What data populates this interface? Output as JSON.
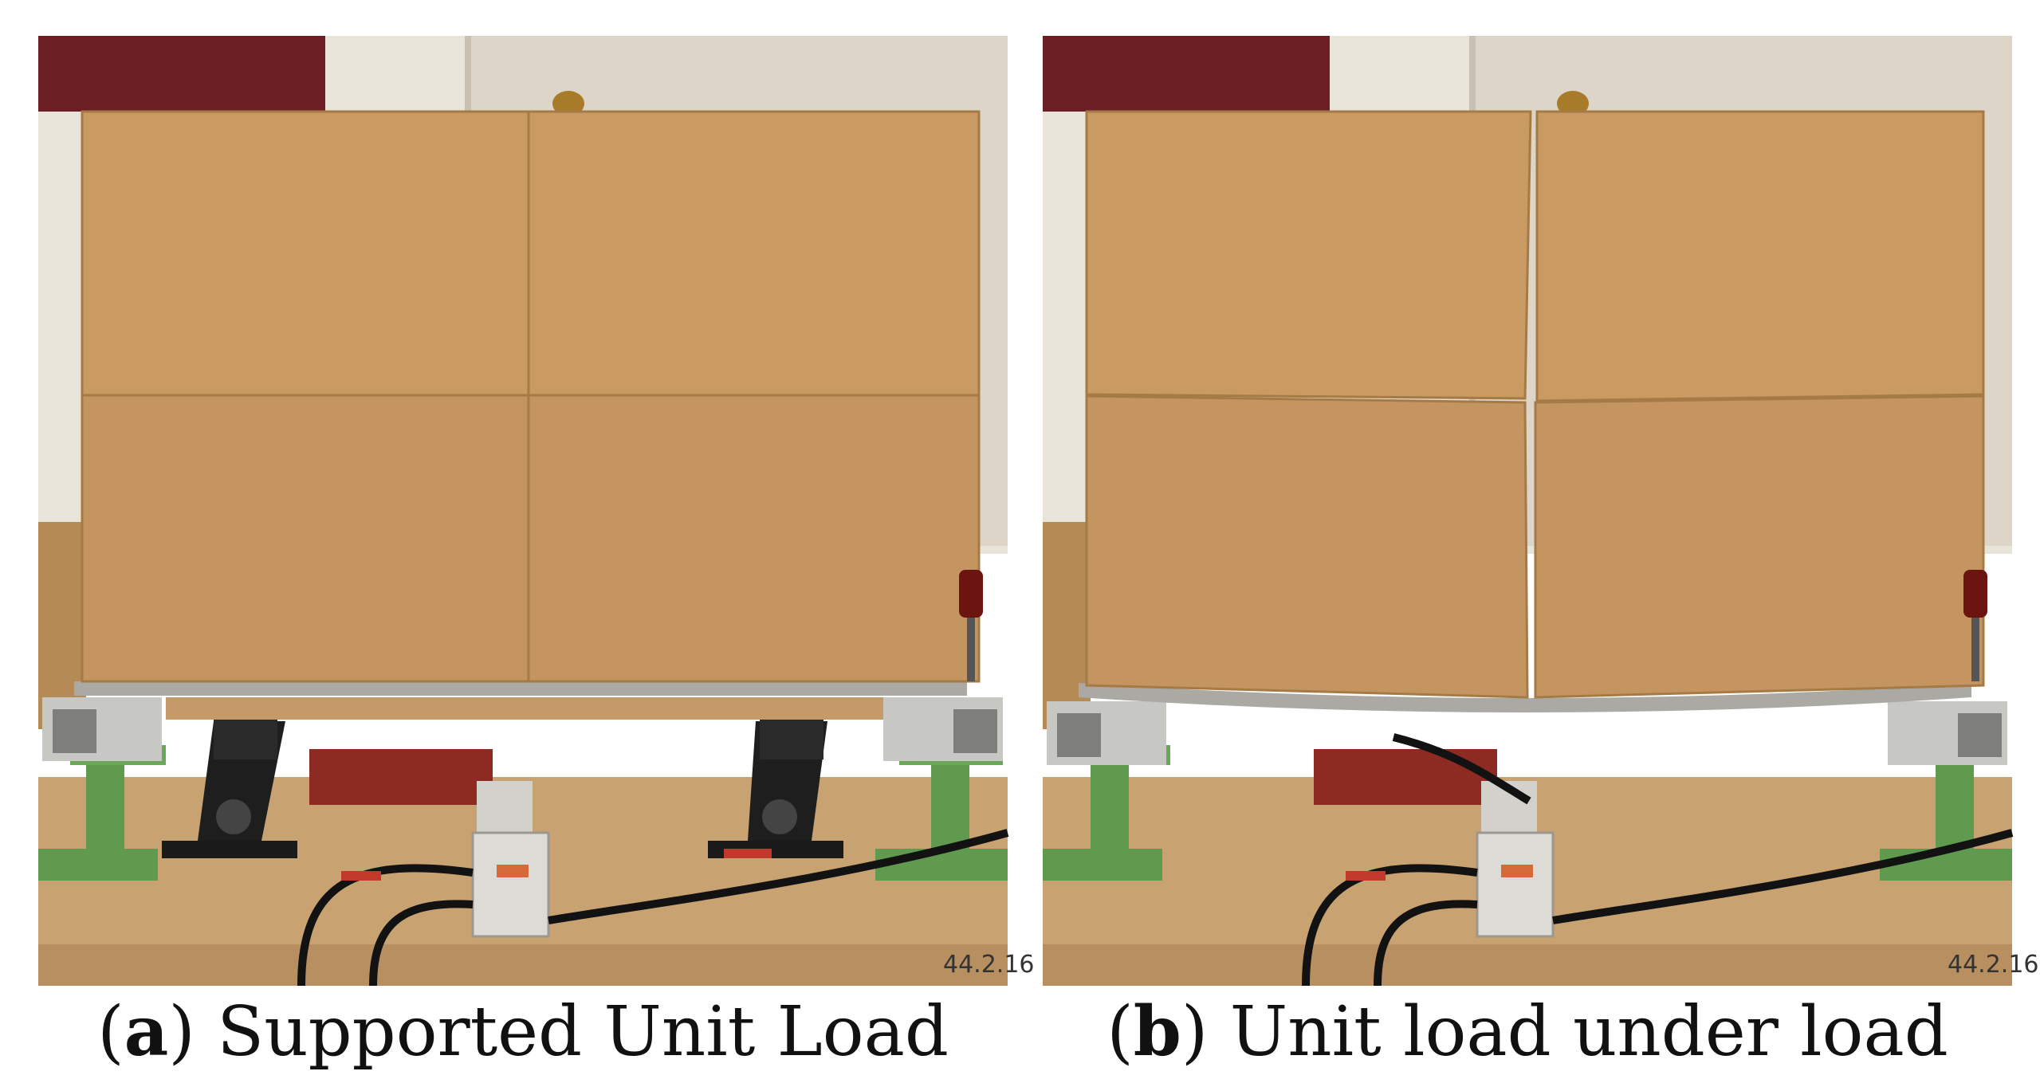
{
  "panels": [
    {
      "letter": "a",
      "title": "Supported Unit Load",
      "floor_mark": "44.2.16"
    },
    {
      "letter": "b",
      "title": "Unit load under load",
      "floor_mark": "44.2.16"
    }
  ],
  "colors": {
    "box": "#c99a62",
    "box_shadow": "#b8874f",
    "wall": "#e9e4da",
    "door": "#ddd6c8",
    "maroon_band": "#6b1e24",
    "floor": "#c9a272",
    "steel_support": "#5f9a4f",
    "tube": "#c7c7c4",
    "jack": "#1a1a1a"
  },
  "icons": [
    "clamp-icon",
    "load-cell-icon",
    "cable-icon"
  ]
}
